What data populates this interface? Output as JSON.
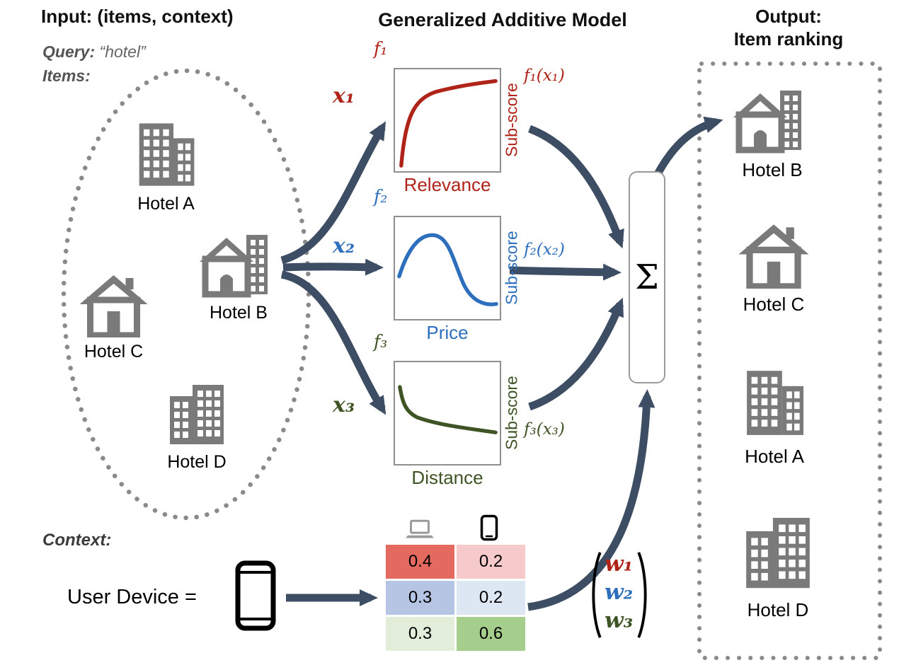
{
  "header": {
    "input_title": "Input: (items, context)",
    "model_title": "Generalized Additive Model",
    "output_title_line1": "Output:",
    "output_title_line2": "Item ranking"
  },
  "input": {
    "query_label": "Query:",
    "query_value": "“hotel”",
    "items_label": "Items:",
    "hotels": [
      {
        "label": "Hotel A"
      },
      {
        "label": "Hotel B"
      },
      {
        "label": "Hotel C"
      },
      {
        "label": "Hotel D"
      }
    ]
  },
  "model": {
    "plots": [
      {
        "fn": "f₁",
        "input": "x₁",
        "output": "f₁(x₁)",
        "axis_label": "Sub-score",
        "xlabel": "Relevance",
        "color": "#b02318"
      },
      {
        "fn": "f₂",
        "input": "x₂",
        "output": "f₂(x₂)",
        "axis_label": "Sub-score",
        "xlabel": "Price",
        "color": "#2e6fbd"
      },
      {
        "fn": "f₃",
        "input": "x₃",
        "output": "f₃(x₃)",
        "axis_label": "Sub-score",
        "xlabel": "Distance",
        "color": "#3f5425"
      }
    ],
    "sum_symbol": "Σ"
  },
  "context": {
    "section_label": "Context:",
    "device_label": "User Device =",
    "table": {
      "col_icons": [
        "laptop-icon",
        "phone-icon"
      ],
      "rows": [
        [
          "0.4",
          "0.2"
        ],
        [
          "0.3",
          "0.2"
        ],
        [
          "0.3",
          "0.6"
        ]
      ],
      "cell_colors": [
        [
          "#e4695f",
          "#f6c9cb"
        ],
        [
          "#b6c5e4",
          "#dde6f3"
        ],
        [
          "#e3eeda",
          "#a5cd8c"
        ]
      ]
    },
    "weights": [
      "w₁",
      "w₂",
      "w₃"
    ]
  },
  "output": {
    "ranking": [
      "Hotel B",
      "Hotel C",
      "Hotel A",
      "Hotel D"
    ]
  },
  "colors": {
    "arrow": "#3d4d63",
    "icon_gray": "#7a7a7a",
    "relevance_red": "#b02318",
    "price_blue": "#2e6fbd",
    "distance_green": "#3f5425"
  }
}
